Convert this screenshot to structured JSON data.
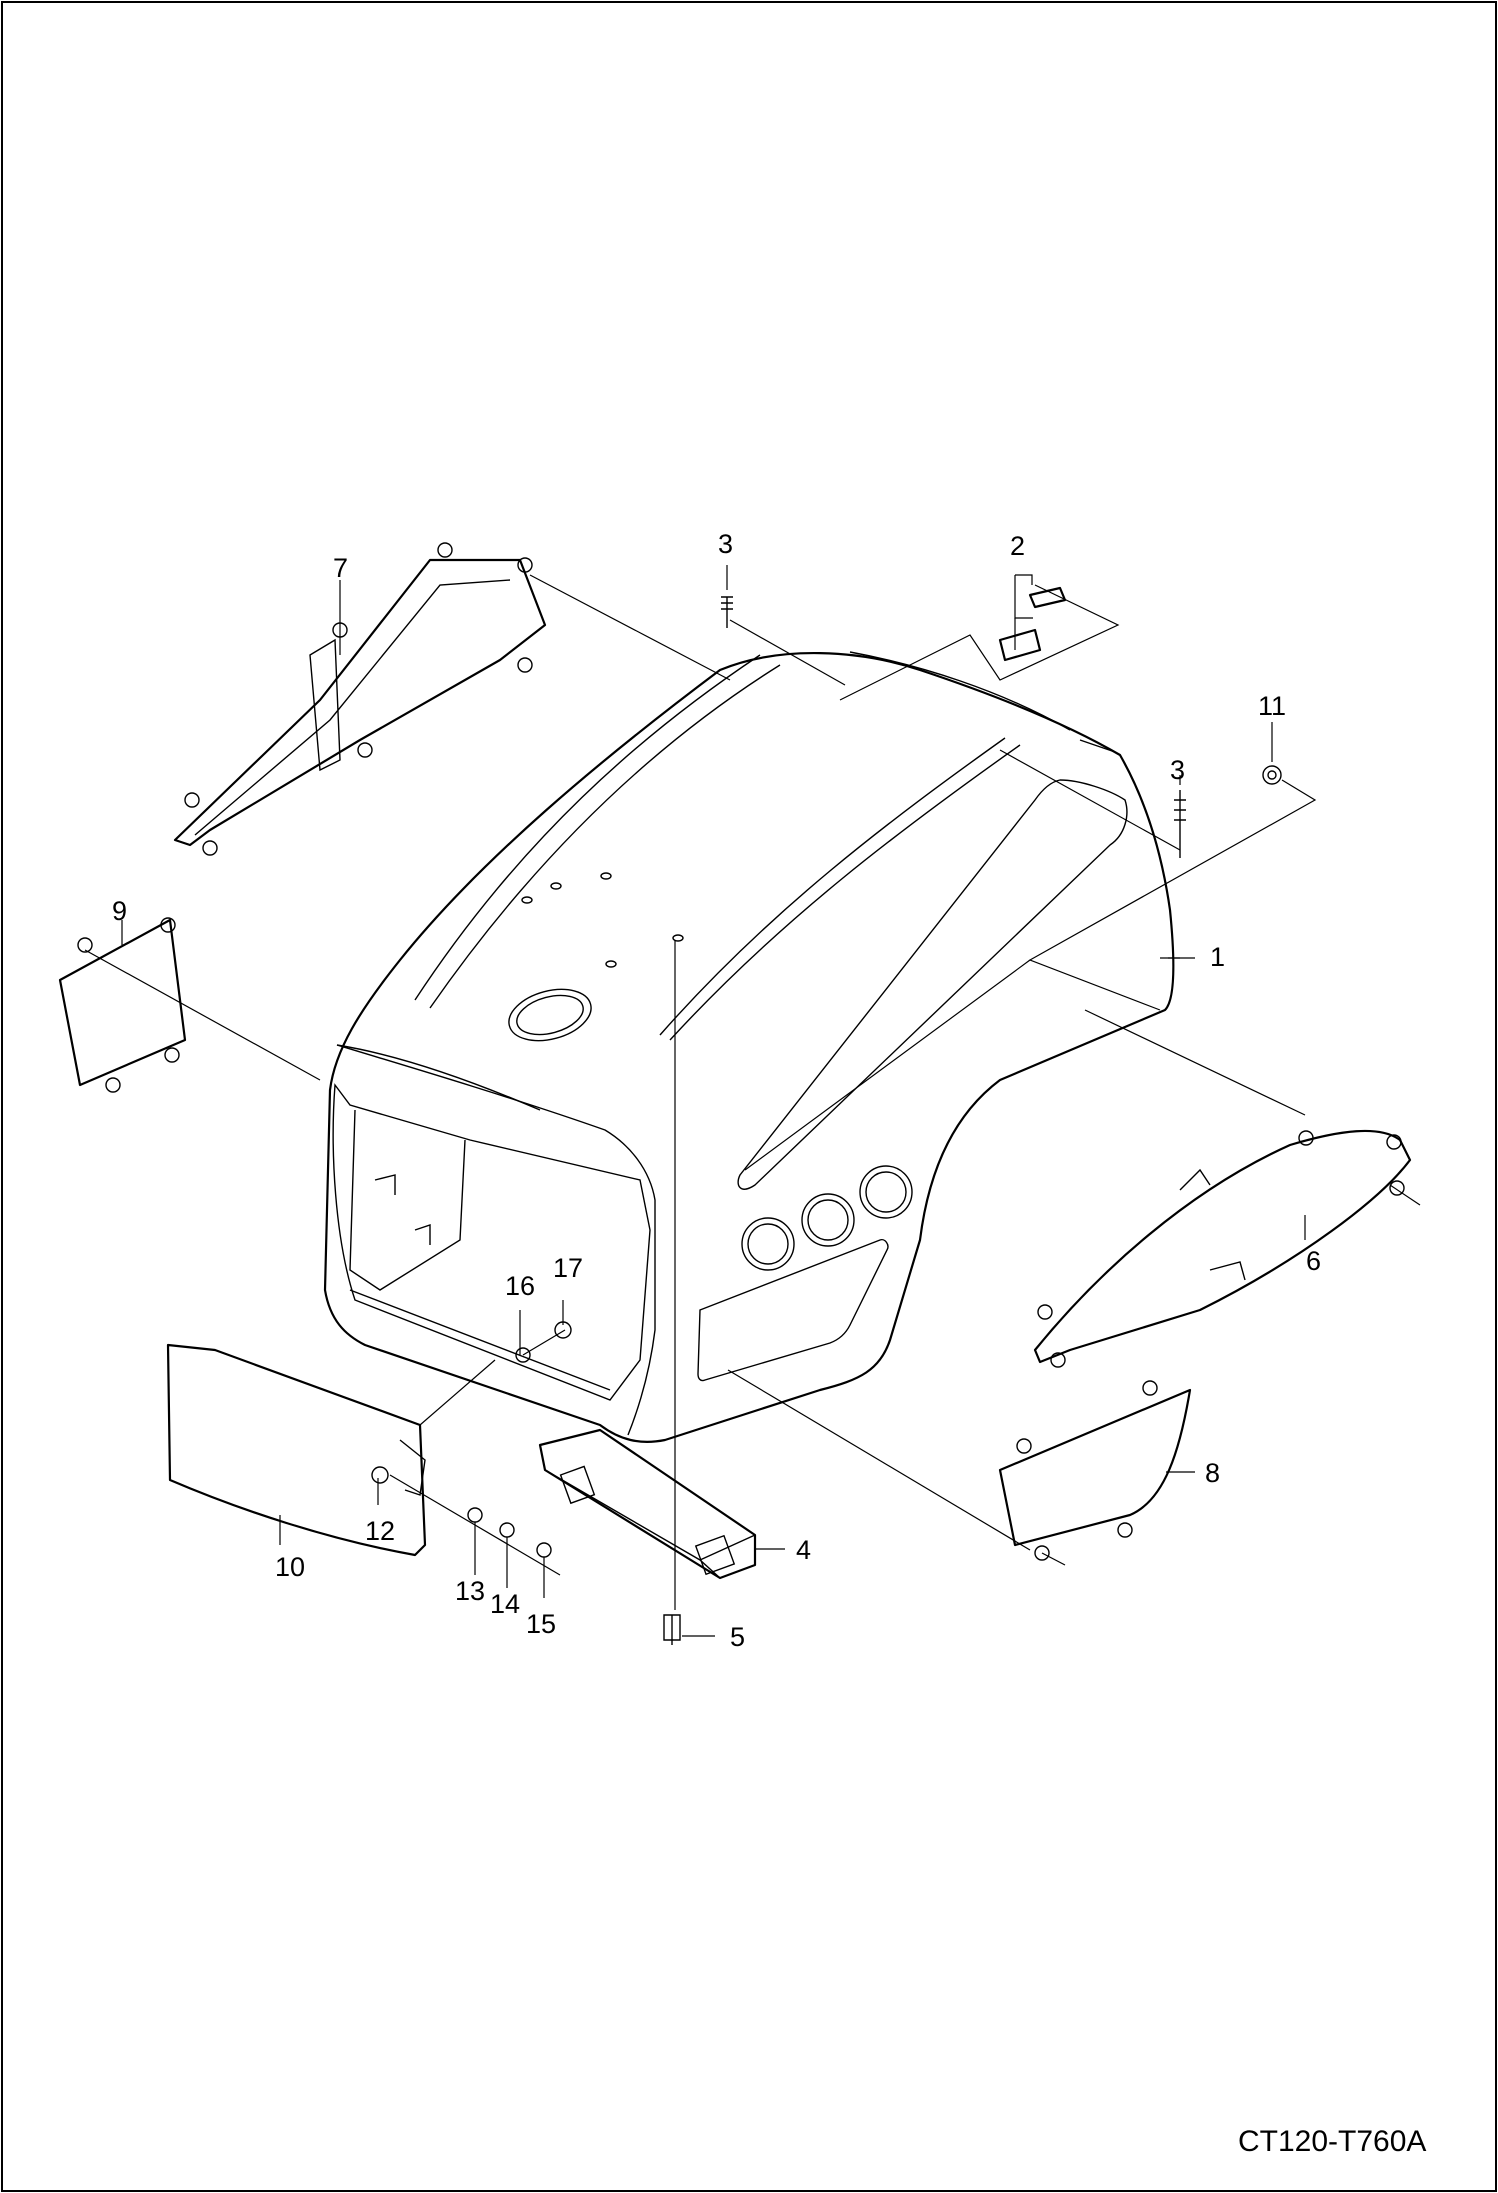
{
  "drawing_id": "CT120-T760A",
  "callouts": [
    {
      "id": "c1",
      "label": "1"
    },
    {
      "id": "c2",
      "label": "2"
    },
    {
      "id": "c3a",
      "label": "3"
    },
    {
      "id": "c3b",
      "label": "3"
    },
    {
      "id": "c4",
      "label": "4"
    },
    {
      "id": "c5",
      "label": "5"
    },
    {
      "id": "c6",
      "label": "6"
    },
    {
      "id": "c7",
      "label": "7"
    },
    {
      "id": "c8",
      "label": "8"
    },
    {
      "id": "c9",
      "label": "9"
    },
    {
      "id": "c10",
      "label": "10"
    },
    {
      "id": "c11",
      "label": "11"
    },
    {
      "id": "c12",
      "label": "12"
    },
    {
      "id": "c13",
      "label": "13"
    },
    {
      "id": "c14",
      "label": "14"
    },
    {
      "id": "c15",
      "label": "15"
    },
    {
      "id": "c16",
      "label": "16"
    },
    {
      "id": "c17",
      "label": "17"
    }
  ]
}
